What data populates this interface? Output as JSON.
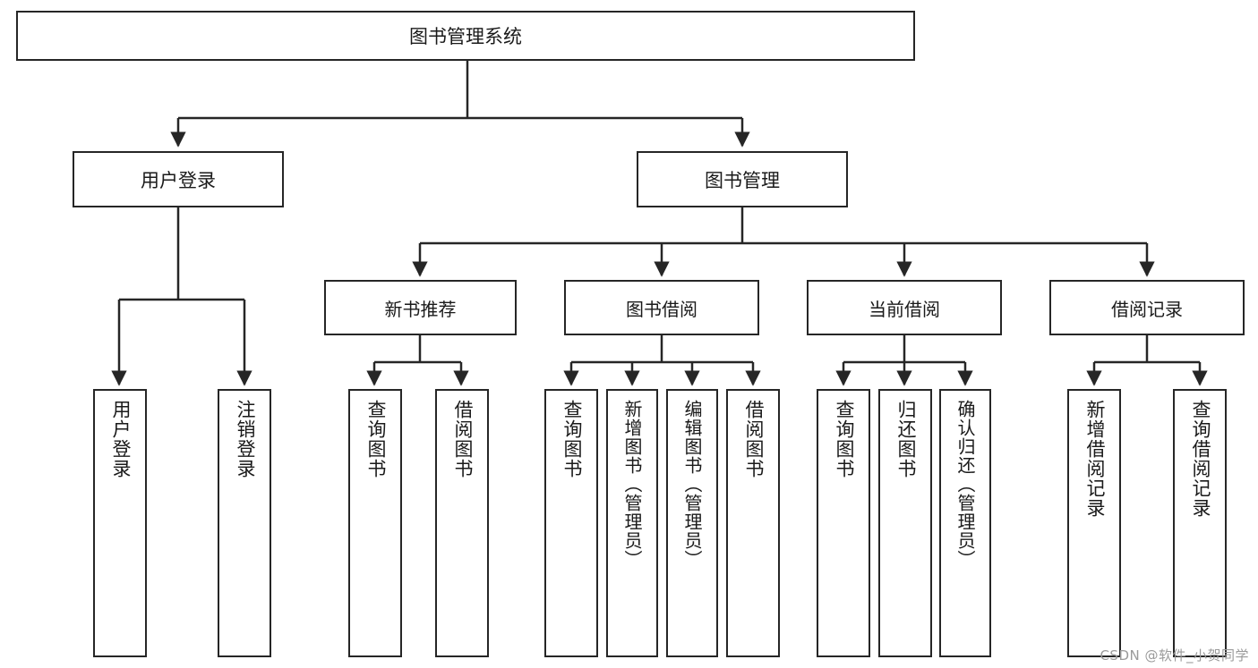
{
  "diagram": {
    "type": "tree-hierarchy",
    "title": "图书管理系统",
    "orientation": "top-down",
    "colors": {
      "box_stroke": "#262626",
      "box_fill": "#ffffff",
      "connector": "#262626",
      "text": "#1a1a1a",
      "watermark": "#9a9a9a"
    },
    "root": {
      "id": "root",
      "label": "图书管理系统"
    },
    "level2": [
      {
        "id": "user-login",
        "label": "用户登录"
      },
      {
        "id": "book-manage",
        "label": "图书管理"
      }
    ],
    "level3": [
      {
        "id": "new-book-rec",
        "label": "新书推荐",
        "parent": "book-manage"
      },
      {
        "id": "book-borrow",
        "label": "图书借阅",
        "parent": "book-manage"
      },
      {
        "id": "current-borrow",
        "label": "当前借阅",
        "parent": "book-manage"
      },
      {
        "id": "borrow-record",
        "label": "借阅记录",
        "parent": "book-manage"
      }
    ],
    "leaves": [
      {
        "id": "leaf-user-login",
        "label": "用户登录",
        "parent": "user-login"
      },
      {
        "id": "leaf-logout",
        "label": "注销登录",
        "parent": "user-login"
      },
      {
        "id": "leaf-query-book-1",
        "label": "查询图书",
        "parent": "new-book-rec"
      },
      {
        "id": "leaf-borrow-book-1",
        "label": "借阅图书",
        "parent": "new-book-rec"
      },
      {
        "id": "leaf-query-book-2",
        "label": "查询图书",
        "parent": "book-borrow"
      },
      {
        "id": "leaf-add-book",
        "label": "新增图书（管理员）",
        "parent": "book-borrow"
      },
      {
        "id": "leaf-edit-book",
        "label": "编辑图书（管理员）",
        "parent": "book-borrow"
      },
      {
        "id": "leaf-borrow-book-2",
        "label": "借阅图书",
        "parent": "book-borrow"
      },
      {
        "id": "leaf-query-book-3",
        "label": "查询图书",
        "parent": "current-borrow"
      },
      {
        "id": "leaf-return-book",
        "label": "归还图书",
        "parent": "current-borrow"
      },
      {
        "id": "leaf-confirm-return",
        "label": "确认归还（管理员）",
        "parent": "current-borrow"
      },
      {
        "id": "leaf-add-record",
        "label": "新增借阅记录",
        "parent": "borrow-record"
      },
      {
        "id": "leaf-query-record",
        "label": "查询借阅记录",
        "parent": "borrow-record"
      }
    ],
    "watermark": "CSDN @软件_小贺同学"
  }
}
